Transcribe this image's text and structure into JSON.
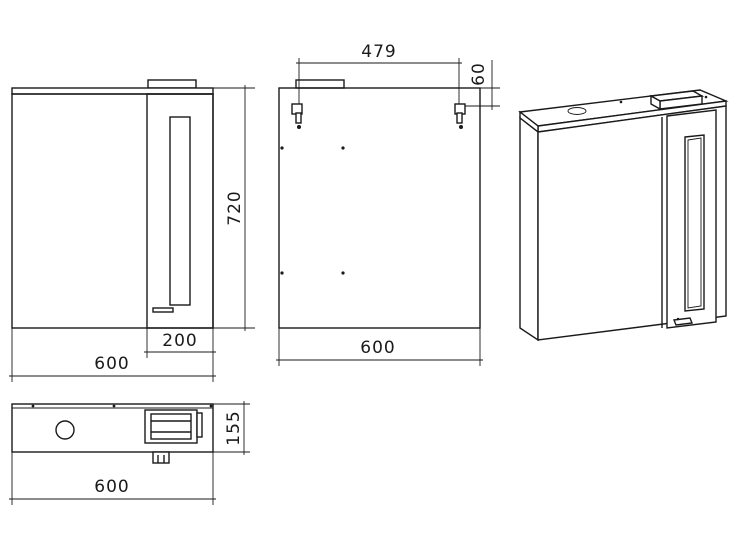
{
  "dimensions": {
    "front_width": "600",
    "door_width": "200",
    "height": "720",
    "back_width": "600",
    "hook_spacing": "479",
    "hook_offset": "60",
    "top_width": "600",
    "depth": "155"
  },
  "colors": {
    "line": "#1a1a1a",
    "background": "#ffffff"
  }
}
